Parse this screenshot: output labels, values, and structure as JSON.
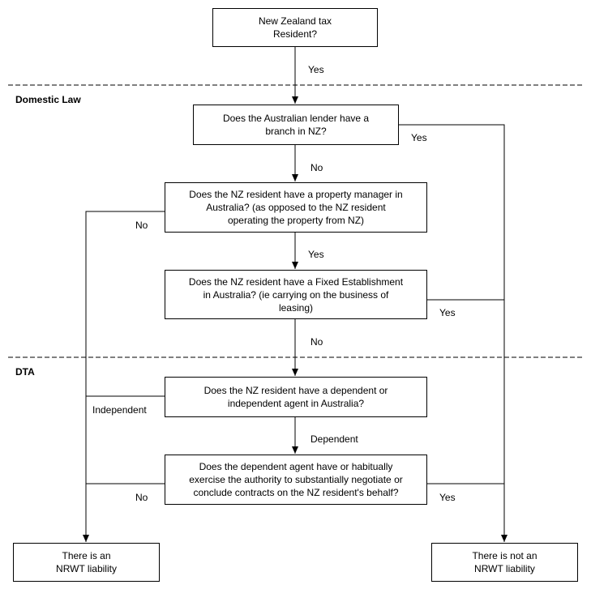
{
  "sections": {
    "domestic": "Domestic Law",
    "dta": "DTA"
  },
  "boxes": {
    "nz_resident": "New Zealand tax\nResident?",
    "branch": "Does the Australian lender have a\nbranch in NZ?",
    "property_manager": "Does the NZ resident have a property manager in\nAustralia? (as opposed to the NZ resident\noperating the property from NZ)",
    "fixed_establishment": "Does the NZ resident have a Fixed Establishment\nin Australia? (ie carrying on the business of\nleasing)",
    "agent": "Does the NZ resident have a dependent or\nindependent agent in Australia?",
    "authority": "Does the dependent agent have or habitually\nexercise the authority to substantially negotiate or\nconclude contracts on the NZ resident's behalf?",
    "liability": "There is an\nNRWT liability",
    "no_liability": "There is not an\nNRWT liability"
  },
  "labels": {
    "yes1": "Yes",
    "yes_branch": "Yes",
    "no_branch": "No",
    "no_pm": "No",
    "yes_pm": "Yes",
    "yes_fe": "Yes",
    "no_fe": "No",
    "independent": "Independent",
    "dependent": "Dependent",
    "no_auth": "No",
    "yes_auth": "Yes"
  }
}
